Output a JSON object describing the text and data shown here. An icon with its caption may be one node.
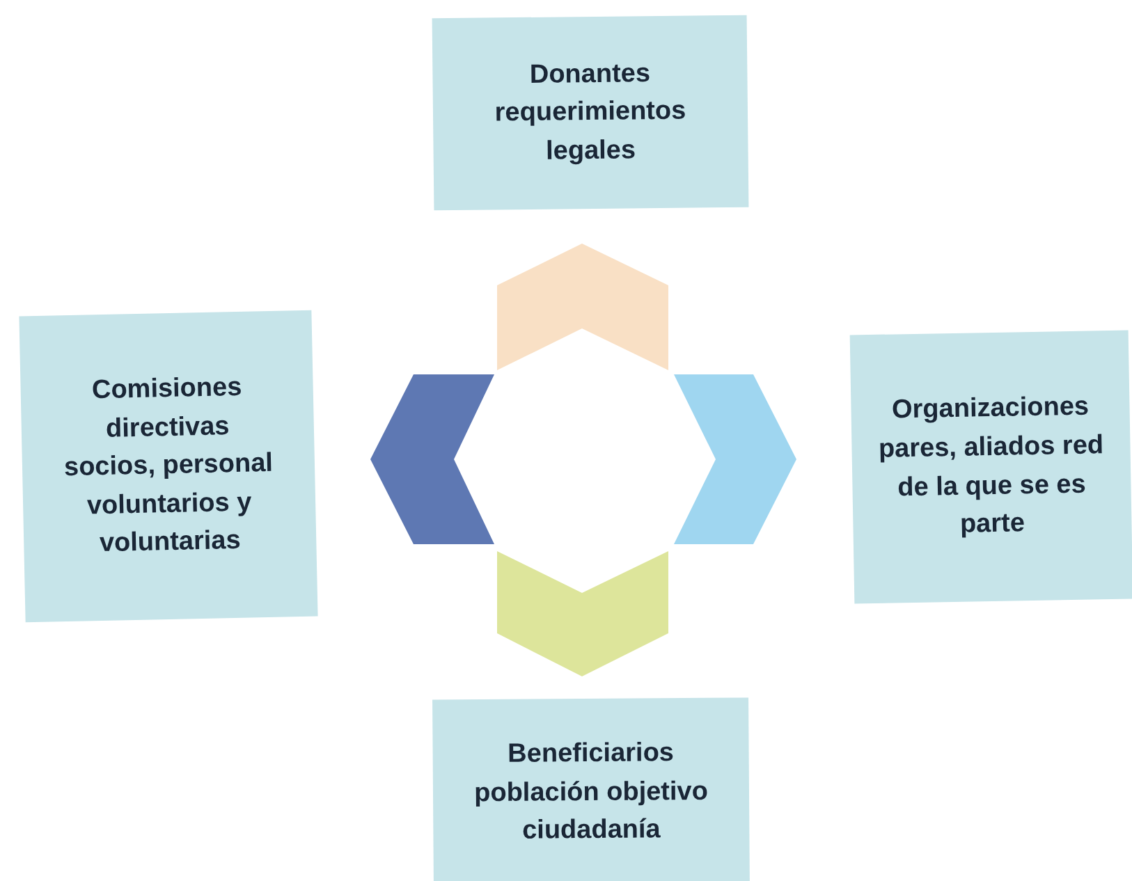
{
  "diagram": {
    "nodes": [
      {
        "text": [
          "Donantes requerimientos legales"
        ]
      },
      {
        "text": [
          "Comisiones directivas socios, personal voluntarios y voluntarias"
        ]
      },
      {
        "text": [
          "Organizaciones pares, aliados red de la que se es parte"
        ]
      },
      {
        "text": [
          "Beneficiarios población objetivo ciudadanía"
        ]
      }
    ]
  }
}
